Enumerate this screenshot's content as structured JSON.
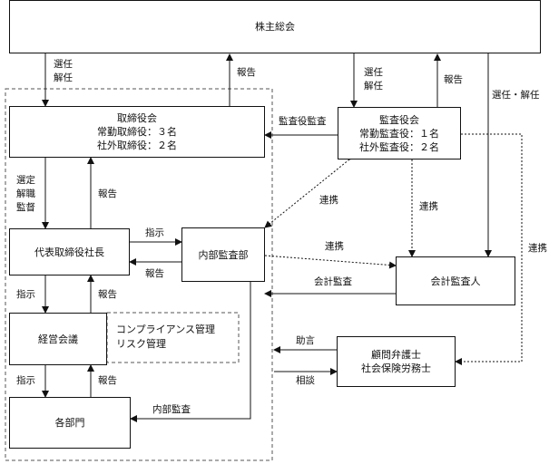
{
  "nodes": {
    "shareholders": "株主総会",
    "board": {
      "title": "取締役会",
      "line1": "常勤取締役：３名",
      "line2": "社外取締役：２名"
    },
    "audit_board": {
      "title": "監査役会",
      "line1": "常勤監査役：１名",
      "line2": "社外監査役：２名"
    },
    "president": "代表取締役社長",
    "internal_audit": "内部監査部",
    "accounting_auditor": "会計監査人",
    "management_meeting": "経営会議",
    "departments": "各部門",
    "advisors": {
      "line1": "顧問弁護士",
      "line2": "社会保険労務士"
    }
  },
  "compliance_note": {
    "line1": "コンプライアンス管理",
    "line2": "リスク管理"
  },
  "edge_labels": {
    "appoint_dismiss_board": [
      "選任",
      "解任"
    ],
    "report_board_to_shareholders": "報告",
    "appoint_dismiss_auditors": [
      "選任",
      "解任"
    ],
    "report_auditors_to_shareholders": "報告",
    "appoint_dismiss_accountant": "選任・解任",
    "auditor_oversight": "監査役監査",
    "select_dismiss_supervise": [
      "選定",
      "解職",
      "監督"
    ],
    "report_president_to_board": "報告",
    "instruct_internal_audit": "指示",
    "report_internal_audit": "報告",
    "coop_audit_internal": "連携",
    "coop_audit_accountant": "連携",
    "coop_internal_accountant": "連携",
    "coop_audit_advisors": "連携",
    "accounting_audit": "会計監査",
    "instruct_meeting": "指示",
    "report_meeting": "報告",
    "instruct_departments": "指示",
    "report_departments": "報告",
    "internal_audit_departments": "内部監査",
    "advice": "助言",
    "consultation": "相談"
  }
}
